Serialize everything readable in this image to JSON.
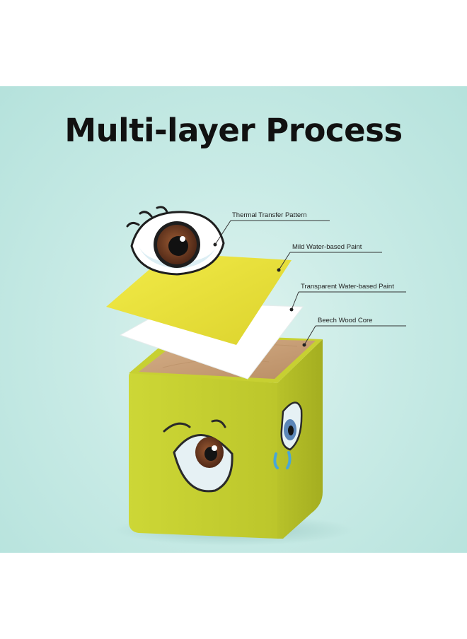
{
  "title": "Multi-layer Process",
  "callouts": [
    {
      "label": "Thermal Transfer Pattern"
    },
    {
      "label": "Mild Water-based Paint"
    },
    {
      "label": "Transparent Water-based Paint"
    },
    {
      "label": "Beech Wood Core"
    }
  ],
  "colors": {
    "background": "#c9ebe6",
    "cube_yellow": "#cfd637",
    "paint_layer": "#e8e23a",
    "transparent_layer": "#ffffff",
    "wood": "#c9a079",
    "eye_iris": "#6e3b22"
  }
}
